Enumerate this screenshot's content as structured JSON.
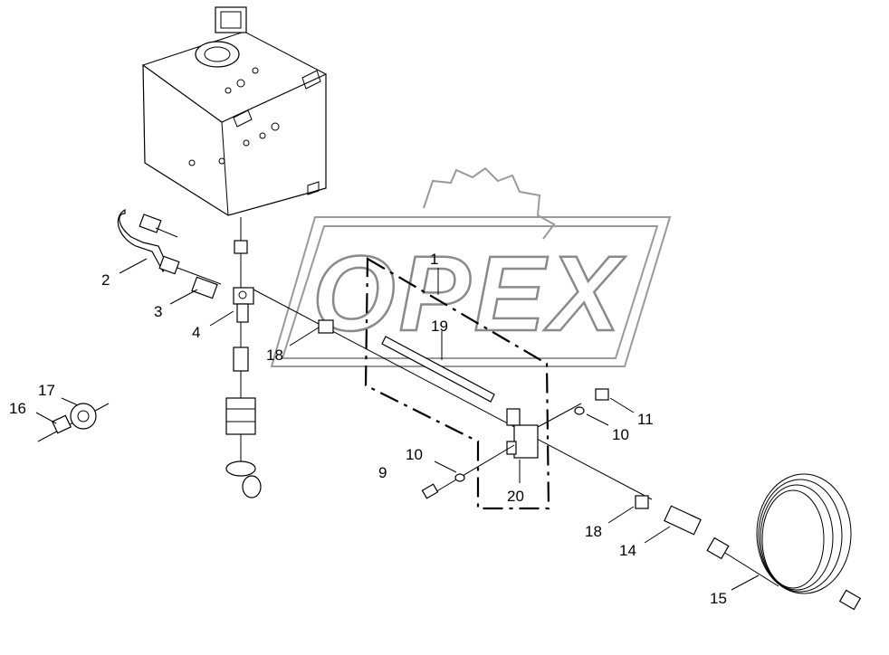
{
  "watermark": {
    "text": "OPEX"
  },
  "callouts": {
    "c1": "1",
    "c2": "2",
    "c3": "3",
    "c4": "4",
    "c9": "9",
    "c10a": "10",
    "c10b": "10",
    "c11": "11",
    "c14": "14",
    "c15": "15",
    "c16": "16",
    "c17": "17",
    "c18a": "18",
    "c18b": "18",
    "c19": "19",
    "c20": "20"
  }
}
